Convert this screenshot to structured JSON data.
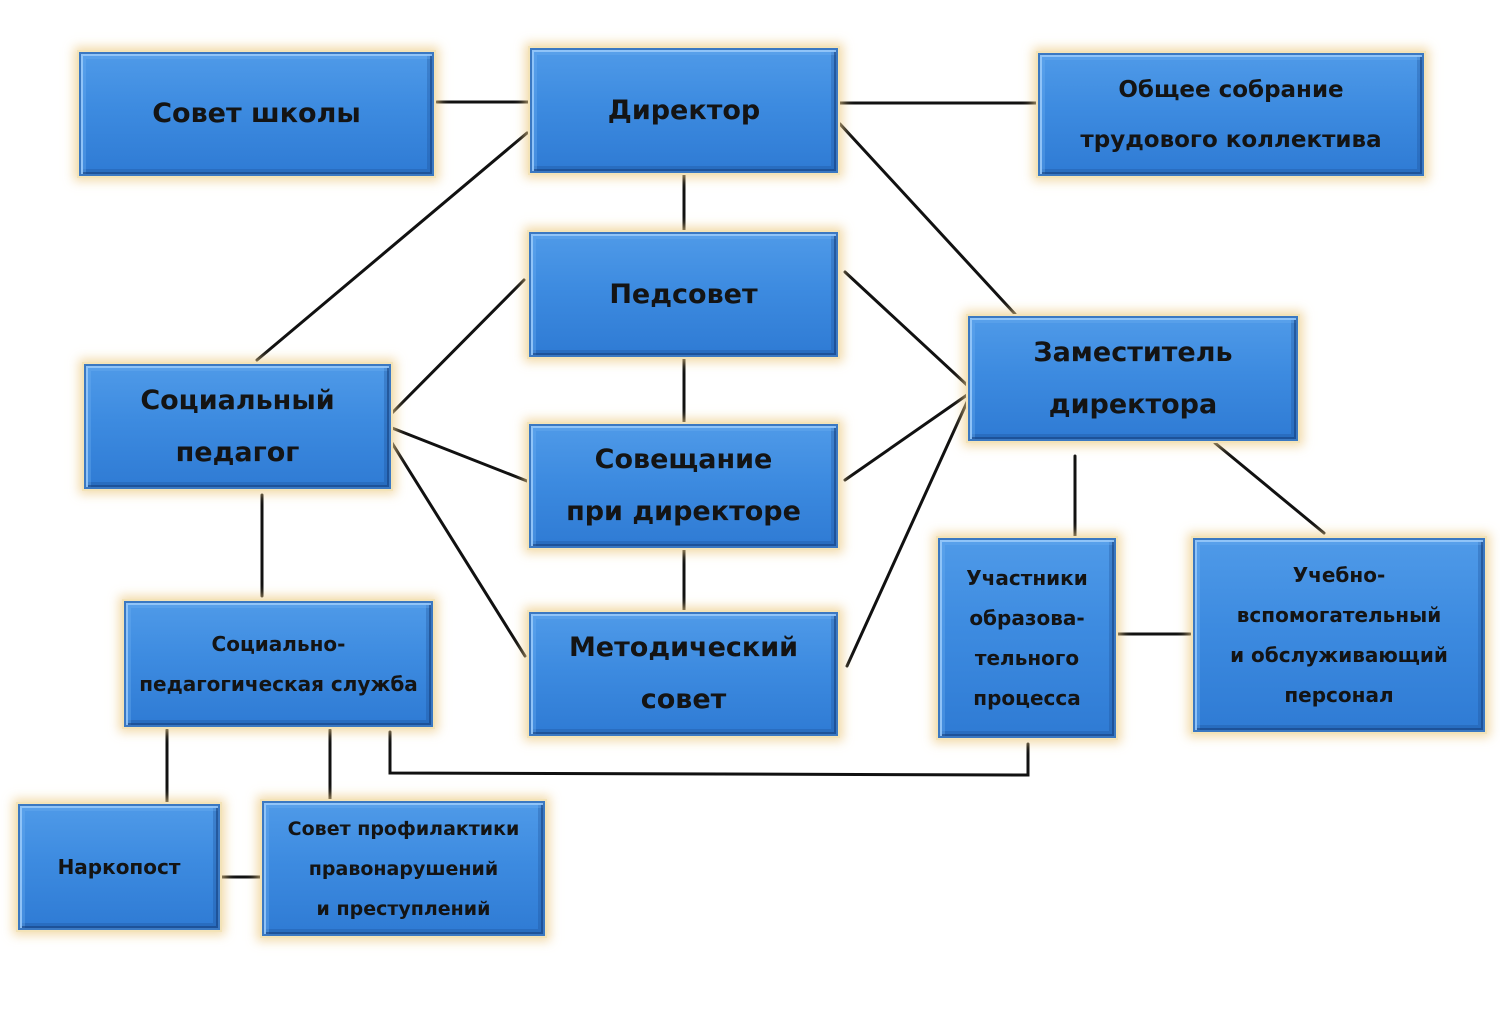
{
  "diagram": {
    "nodes": {
      "school_council": {
        "label": "Совет школы"
      },
      "director": {
        "label": "Директор"
      },
      "general_meeting": {
        "label": "Общее собрание\nтрудового коллектива"
      },
      "pedagogical_council": {
        "label": "Педсовет"
      },
      "deputy_director": {
        "label": "Заместитель\nдиректора"
      },
      "social_pedagogue": {
        "label": "Социальный\nпедагог"
      },
      "director_meeting": {
        "label": "Совещание\nпри директоре"
      },
      "methodical_council": {
        "label": "Методический\nсовет"
      },
      "social_service": {
        "label": "Социально-\nпедагогическая служба"
      },
      "process_participants": {
        "label": "Участники\nобразова-\nтельного\nпроцесса"
      },
      "support_staff": {
        "label": "Учебно-\nвспомогательный\nи обслуживающий\nперсонал"
      },
      "narkopost": {
        "label": "Наркопост"
      },
      "prevention_council": {
        "label": "Совет профилактики\nправонарушений\nи преступлений"
      }
    },
    "connector_color": "#111111",
    "node_fill": "#3d8be0",
    "node_glow": "#eecd8c",
    "text_color": "#141414"
  }
}
